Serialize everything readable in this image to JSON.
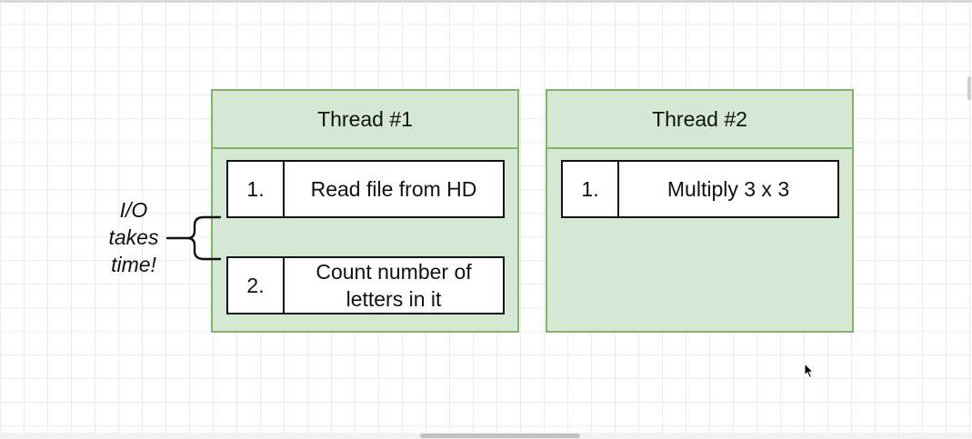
{
  "threads": [
    {
      "title": "Thread #1",
      "tasks": [
        {
          "num": "1.",
          "lines": [
            "Read file from HD"
          ]
        },
        {
          "num": "2.",
          "lines": [
            "Count number of",
            "letters in it"
          ]
        }
      ]
    },
    {
      "title": "Thread #2",
      "tasks": [
        {
          "num": "1.",
          "lines": [
            "Multiply 3 x 3"
          ]
        }
      ]
    }
  ],
  "annotation": {
    "lines": [
      "I/O",
      "takes",
      "time!"
    ]
  },
  "colors": {
    "thread_fill": "#d5e8d4",
    "thread_stroke": "#82b366",
    "task_fill": "#ffffff",
    "task_stroke": "#111111",
    "grid": "#ececec"
  },
  "icons": {
    "brace": "curly-brace-icon",
    "cursor": "mouse-pointer-icon"
  }
}
